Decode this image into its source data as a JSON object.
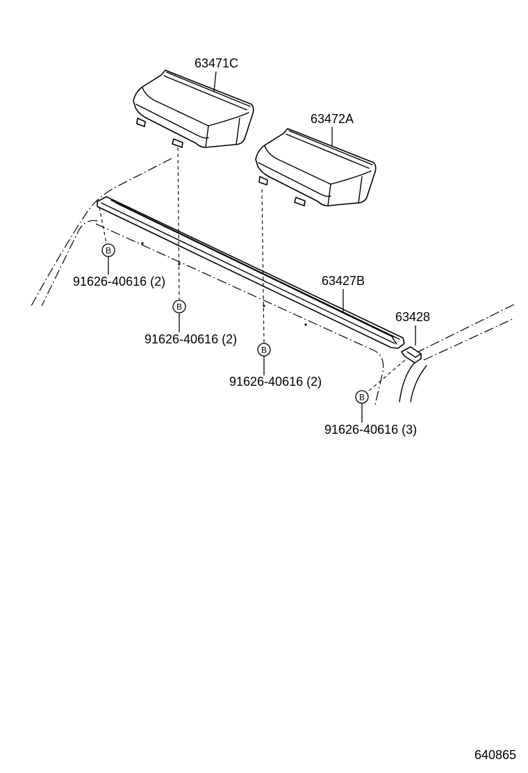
{
  "callouts": {
    "cover_left": "63471C",
    "cover_right": "63472A",
    "rail": "63427B",
    "clip": "63428"
  },
  "fasteners": [
    {
      "marker": "B",
      "part": "91626-40616 (2)"
    },
    {
      "marker": "B",
      "part": "91626-40616 (2)"
    },
    {
      "marker": "B",
      "part": "91626-40616 (2)"
    },
    {
      "marker": "B",
      "part": "91626-40616 (3)"
    }
  ],
  "diagram_id": "640865"
}
